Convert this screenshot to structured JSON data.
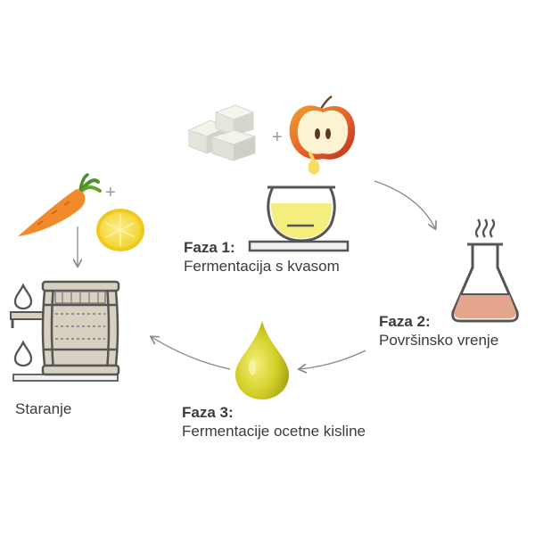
{
  "phases": [
    {
      "title": "Faza 1:",
      "description": "Fermentacija s kvasom",
      "icons": [
        "sugar-cubes-icon",
        "apple-half-icon",
        "glass-bowl-icon"
      ]
    },
    {
      "title": "Faza 2:",
      "description": "Površinsko vrenje",
      "icons": [
        "steaming-flask-icon"
      ]
    },
    {
      "title": "Faza 3:",
      "description": "Fermentacije ocetne kisline",
      "icons": [
        "oil-drop-icon"
      ]
    }
  ],
  "aging": {
    "label": "Staranje",
    "icons": [
      "carrot-icon",
      "lemon-half-icon",
      "barrel-icon",
      "drop-icon",
      "faucet-icon"
    ]
  },
  "colors": {
    "text": "#3b3b3b",
    "arrow": "#8a8a8a",
    "line_gray": "#777777",
    "liquid_yellow": "#f3ec7a",
    "drop_olive": "#c2c21c",
    "flask_fill": "#e2a48c",
    "barrel_wood": "#d7cfbf",
    "carrot": "#f08a2a",
    "lemon": "#f6dd40",
    "apple_red": "#d8472a"
  }
}
